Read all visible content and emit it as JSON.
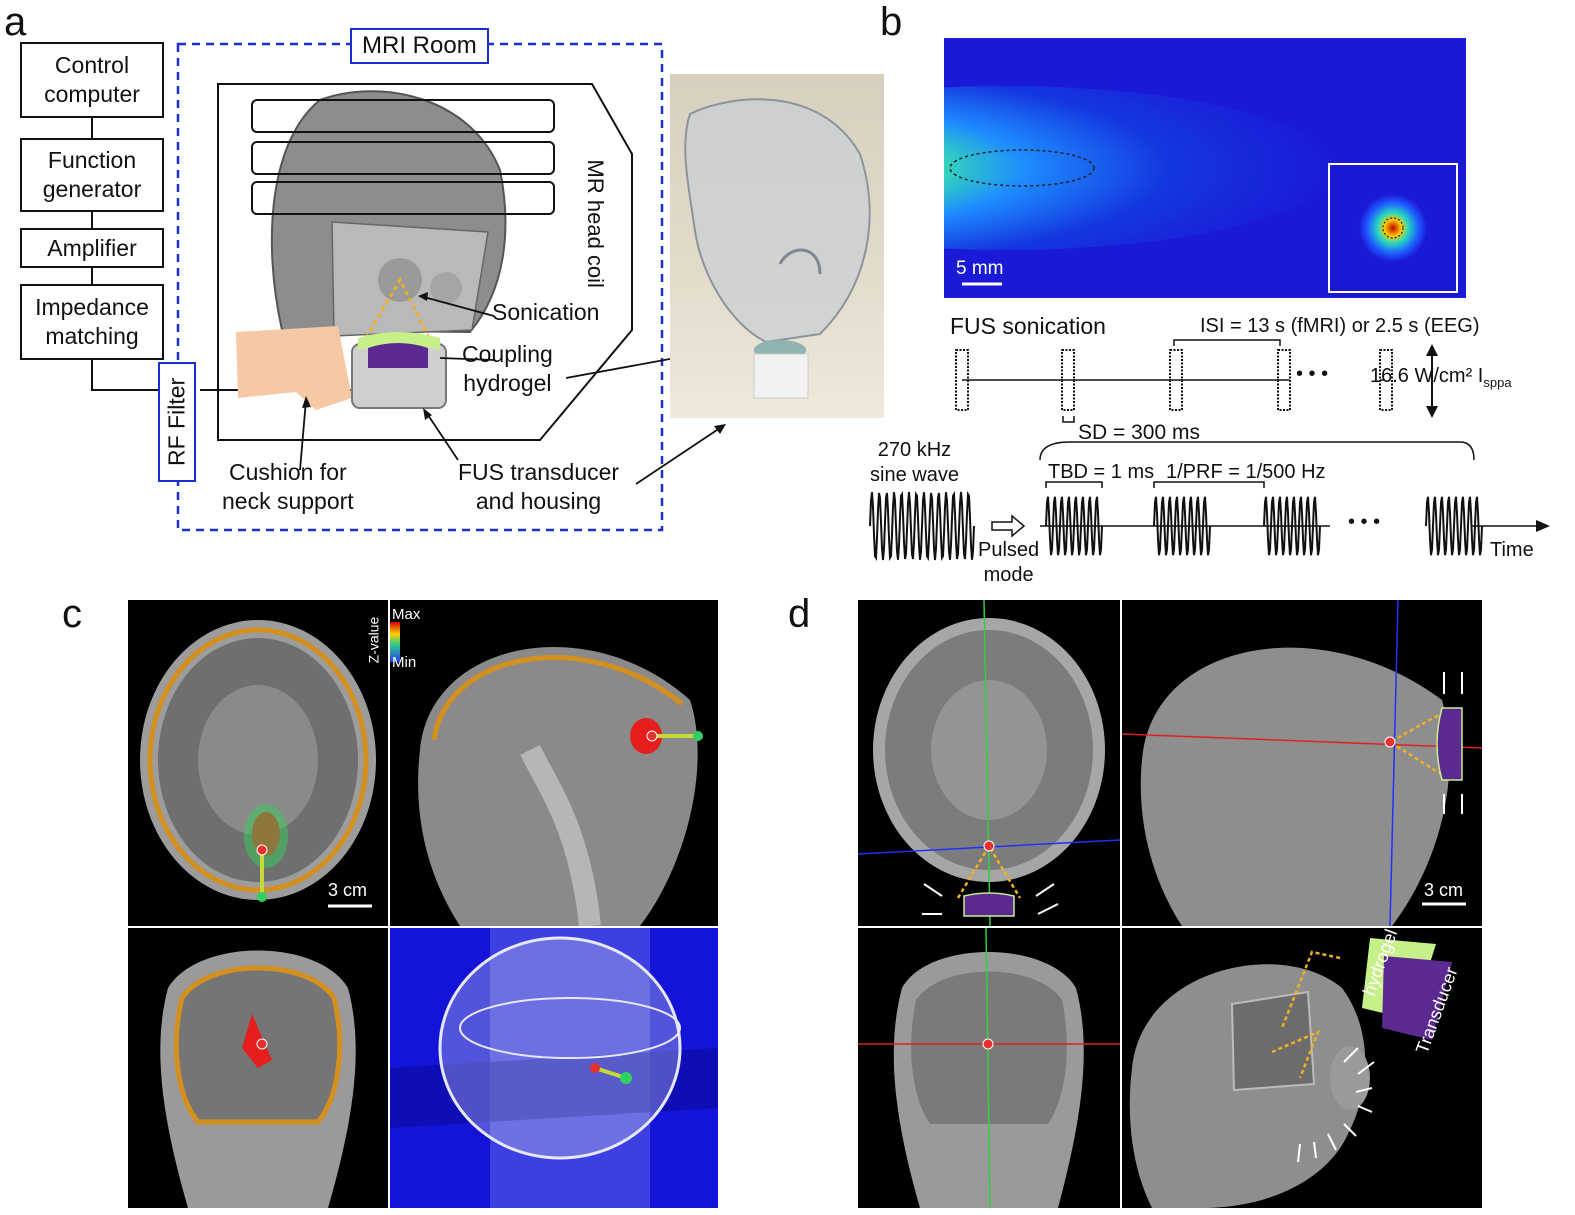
{
  "panels": {
    "a": "a",
    "b": "b",
    "c": "c",
    "d": "d"
  },
  "panel_a": {
    "chain": [
      "Control\ncomputer",
      "Function\ngenerator",
      "Amplifier",
      "Impedance\nmatching"
    ],
    "mri_room": "MRI Room",
    "rf_filter": "RF Filter",
    "head_coil": "MR head coil",
    "sonication": "Sonication",
    "coupling": "Coupling\nhydrogel",
    "cushion": "Cushion for\nneck support",
    "transducer": "FUS transducer\nand housing"
  },
  "panel_b": {
    "scale": "5 mm",
    "fus_title": "FUS sonication",
    "isi": "ISI = 13 s (fMRI) or 2.5 s (EEG)",
    "intensity": "16.6 W/cm² I",
    "intensity_sub": "sppa",
    "sd": "SD = 300 ms",
    "sine": "270 kHz\nsine wave",
    "tbd": "TBD = 1 ms",
    "prf": "1/PRF = 1/500 Hz",
    "pulsed": "Pulsed\nmode",
    "time": "Time",
    "dots": "• • •"
  },
  "panel_c": {
    "zlabel": "Z-value",
    "max": "Max",
    "min": "Min",
    "scale": "3 cm"
  },
  "panel_d": {
    "scale": "3 cm",
    "hydrogel": "hydrogel",
    "transducer": "Transducer"
  },
  "colors": {
    "accent_blue": "#1a2fd0",
    "purple": "#5b2a91",
    "gel": "#c8f08a",
    "cushion": "#f5c9a6"
  }
}
